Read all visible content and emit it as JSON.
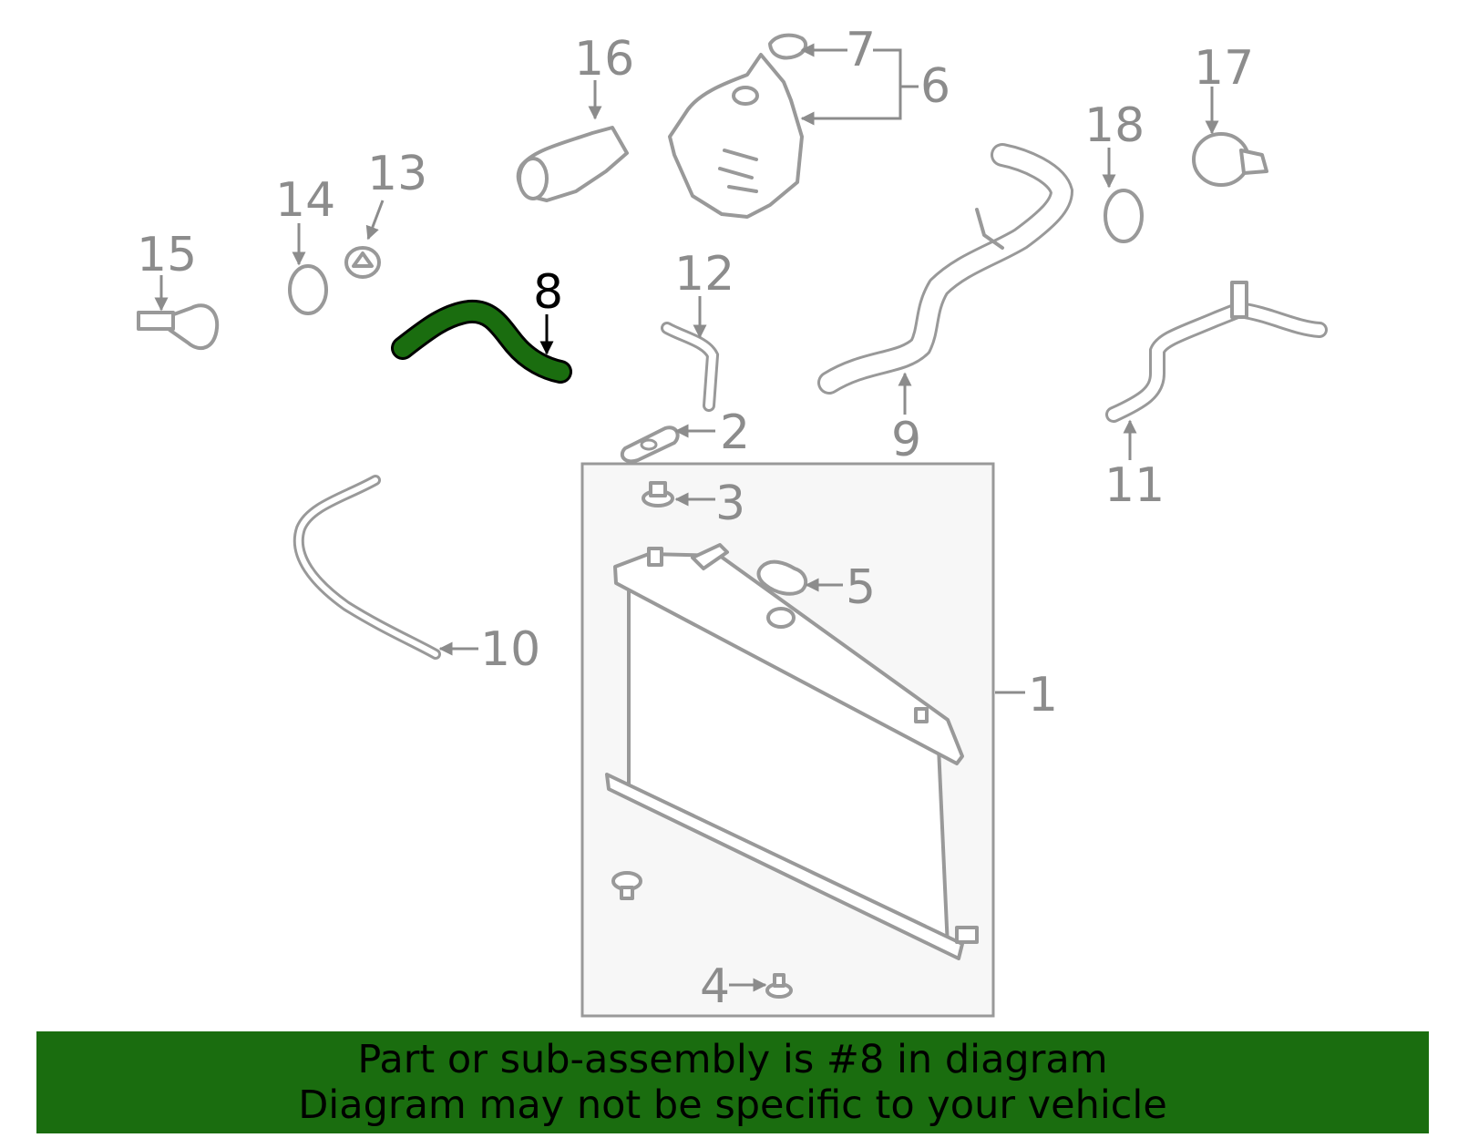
{
  "callouts": [
    "1",
    "2",
    "3",
    "4",
    "5",
    "6",
    "7",
    "8",
    "9",
    "10",
    "11",
    "12",
    "13",
    "14",
    "15",
    "16",
    "17",
    "18"
  ],
  "highlighted_part": "8",
  "colors": {
    "highlight": "#1a6d0f",
    "part_stroke": "#999999",
    "label": "#8c8c8c",
    "box_fill": "#f7f7f7"
  },
  "banner": {
    "line1": "Part or sub-assembly is #8 in diagram",
    "line2": "Diagram may not be specific to your vehicle"
  }
}
